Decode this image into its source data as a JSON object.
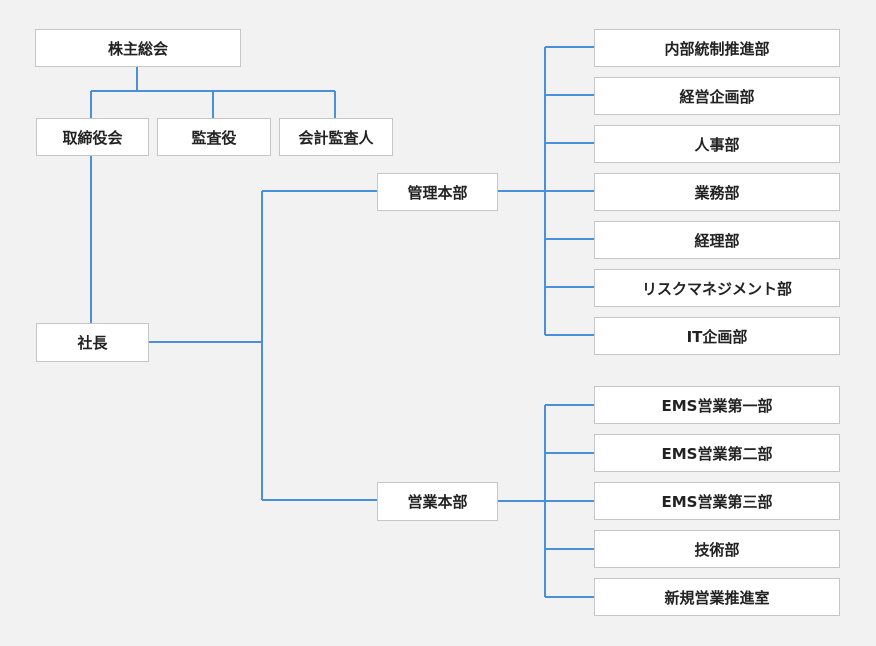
{
  "top": {
    "shareholders": "株主総会",
    "board": "取締役会",
    "auditor": "監査役",
    "accounting_auditor": "会計監査人",
    "president": "社長"
  },
  "divisions": [
    {
      "name": "管理本部",
      "departments": [
        "内部統制推進部",
        "経営企画部",
        "人事部",
        "業務部",
        "経理部",
        "リスクマネジメント部",
        "IT企画部"
      ]
    },
    {
      "name": "営業本部",
      "departments": [
        "EMS営業第一部",
        "EMS営業第二部",
        "EMS営業第三部",
        "技術部",
        "新規営業推進室"
      ]
    }
  ],
  "colors": {
    "line": "#4a90d9",
    "border": "#c6c6c6",
    "background": "#f2f2f2"
  }
}
